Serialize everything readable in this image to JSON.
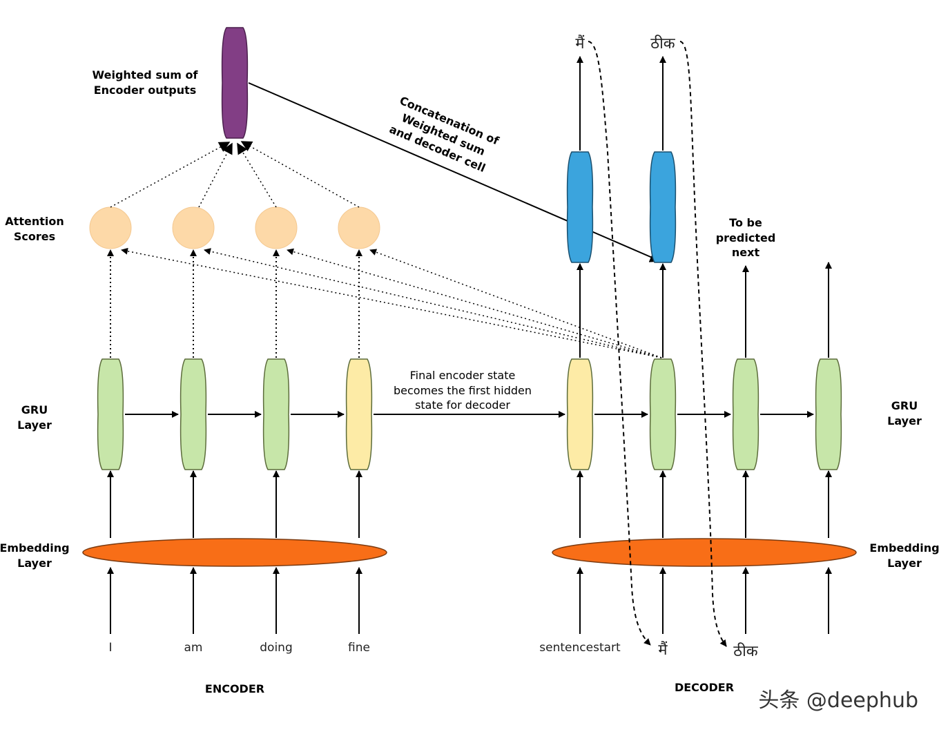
{
  "labels": {
    "weighted_sum": [
      "Weighted sum of",
      "Encoder outputs"
    ],
    "attention_scores": [
      "Attention",
      "Scores"
    ],
    "gru_left": [
      "GRU",
      "Layer"
    ],
    "gru_right": [
      "GRU",
      "Layer"
    ],
    "embedding_left": [
      "Embedding",
      "Layer"
    ],
    "embedding_right": [
      "Embedding",
      "Layer"
    ],
    "concatenation": [
      "Concatenation of",
      "Weighted sum",
      "and decoder cell"
    ],
    "final_state": [
      "Final encoder state",
      "becomes the first hidden",
      "state for decoder"
    ],
    "to_be_predicted": [
      "To be",
      "predicted",
      "next"
    ],
    "encoder": "ENCODER",
    "decoder": "DECODER"
  },
  "encoder_inputs": [
    "I",
    "am",
    "doing",
    "fine"
  ],
  "decoder_inputs": [
    "sentencestart",
    "मैं",
    "ठीक"
  ],
  "decoder_outputs": [
    "मैं",
    "ठीक"
  ],
  "watermark": "头条 @deephub",
  "colors": {
    "attention_vector": "#823e85",
    "output_cell": "#3ba4dd",
    "attention_circle": "#fdd9a8",
    "gru_cell": "#c7e6a9",
    "gru_final": "#fdeba6",
    "embedding": "#f86e17"
  }
}
